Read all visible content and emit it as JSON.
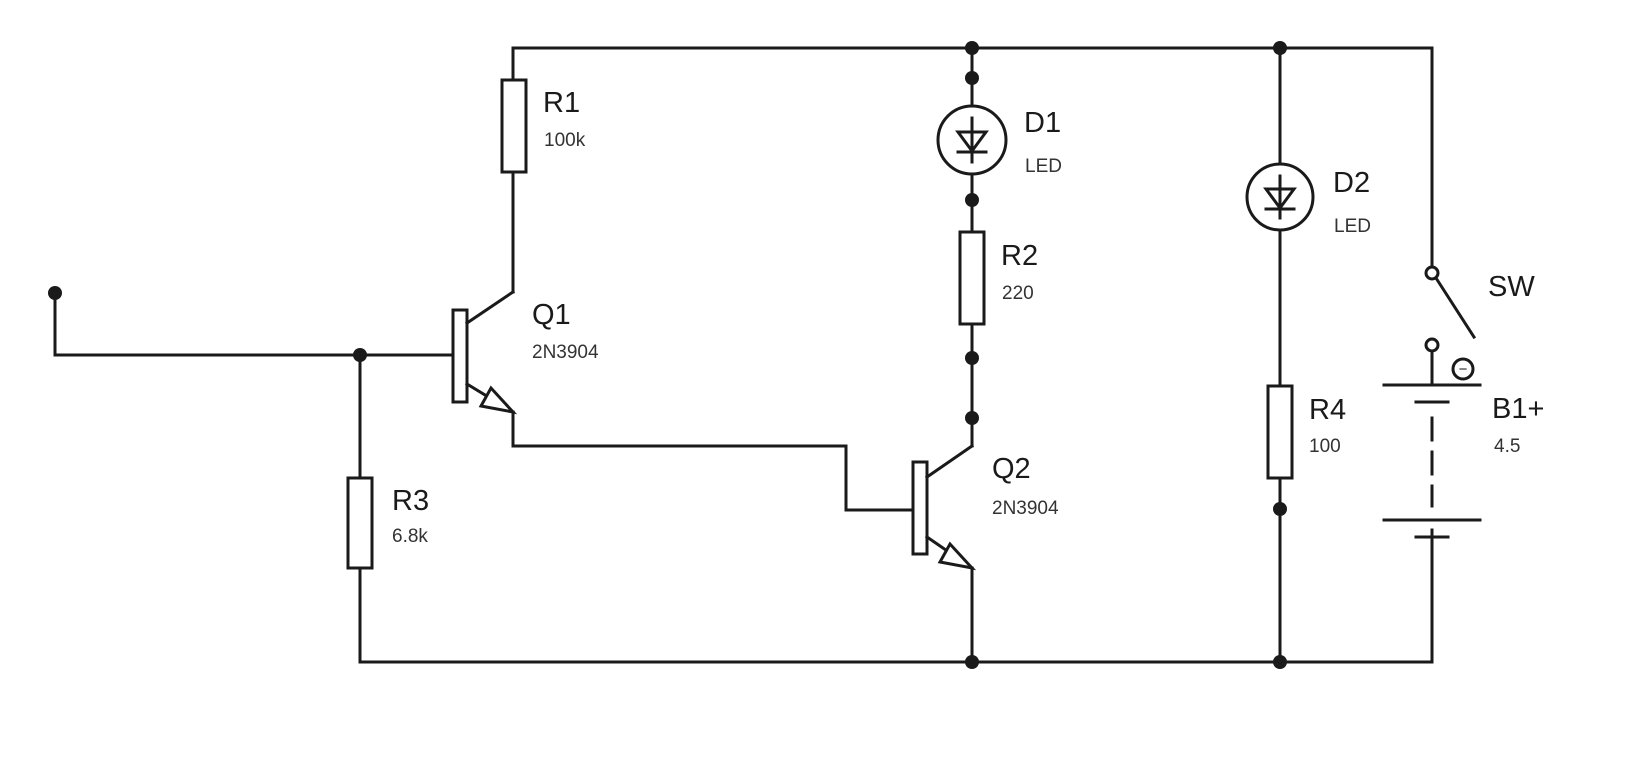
{
  "components": {
    "R1": {
      "designator": "R1",
      "value": "100k"
    },
    "R2": {
      "designator": "R2",
      "value": "220"
    },
    "R3": {
      "designator": "R3",
      "value": "6.8k"
    },
    "R4": {
      "designator": "R4",
      "value": "100"
    },
    "D1": {
      "designator": "D1",
      "value": "LED"
    },
    "D2": {
      "designator": "D2",
      "value": "LED"
    },
    "Q1": {
      "designator": "Q1",
      "value": "2N3904"
    },
    "Q2": {
      "designator": "Q2",
      "value": "2N3904"
    },
    "SW": {
      "designator": "SW"
    },
    "B1": {
      "designator": "B1+",
      "value": "4.5",
      "minus_sign": "−"
    }
  }
}
